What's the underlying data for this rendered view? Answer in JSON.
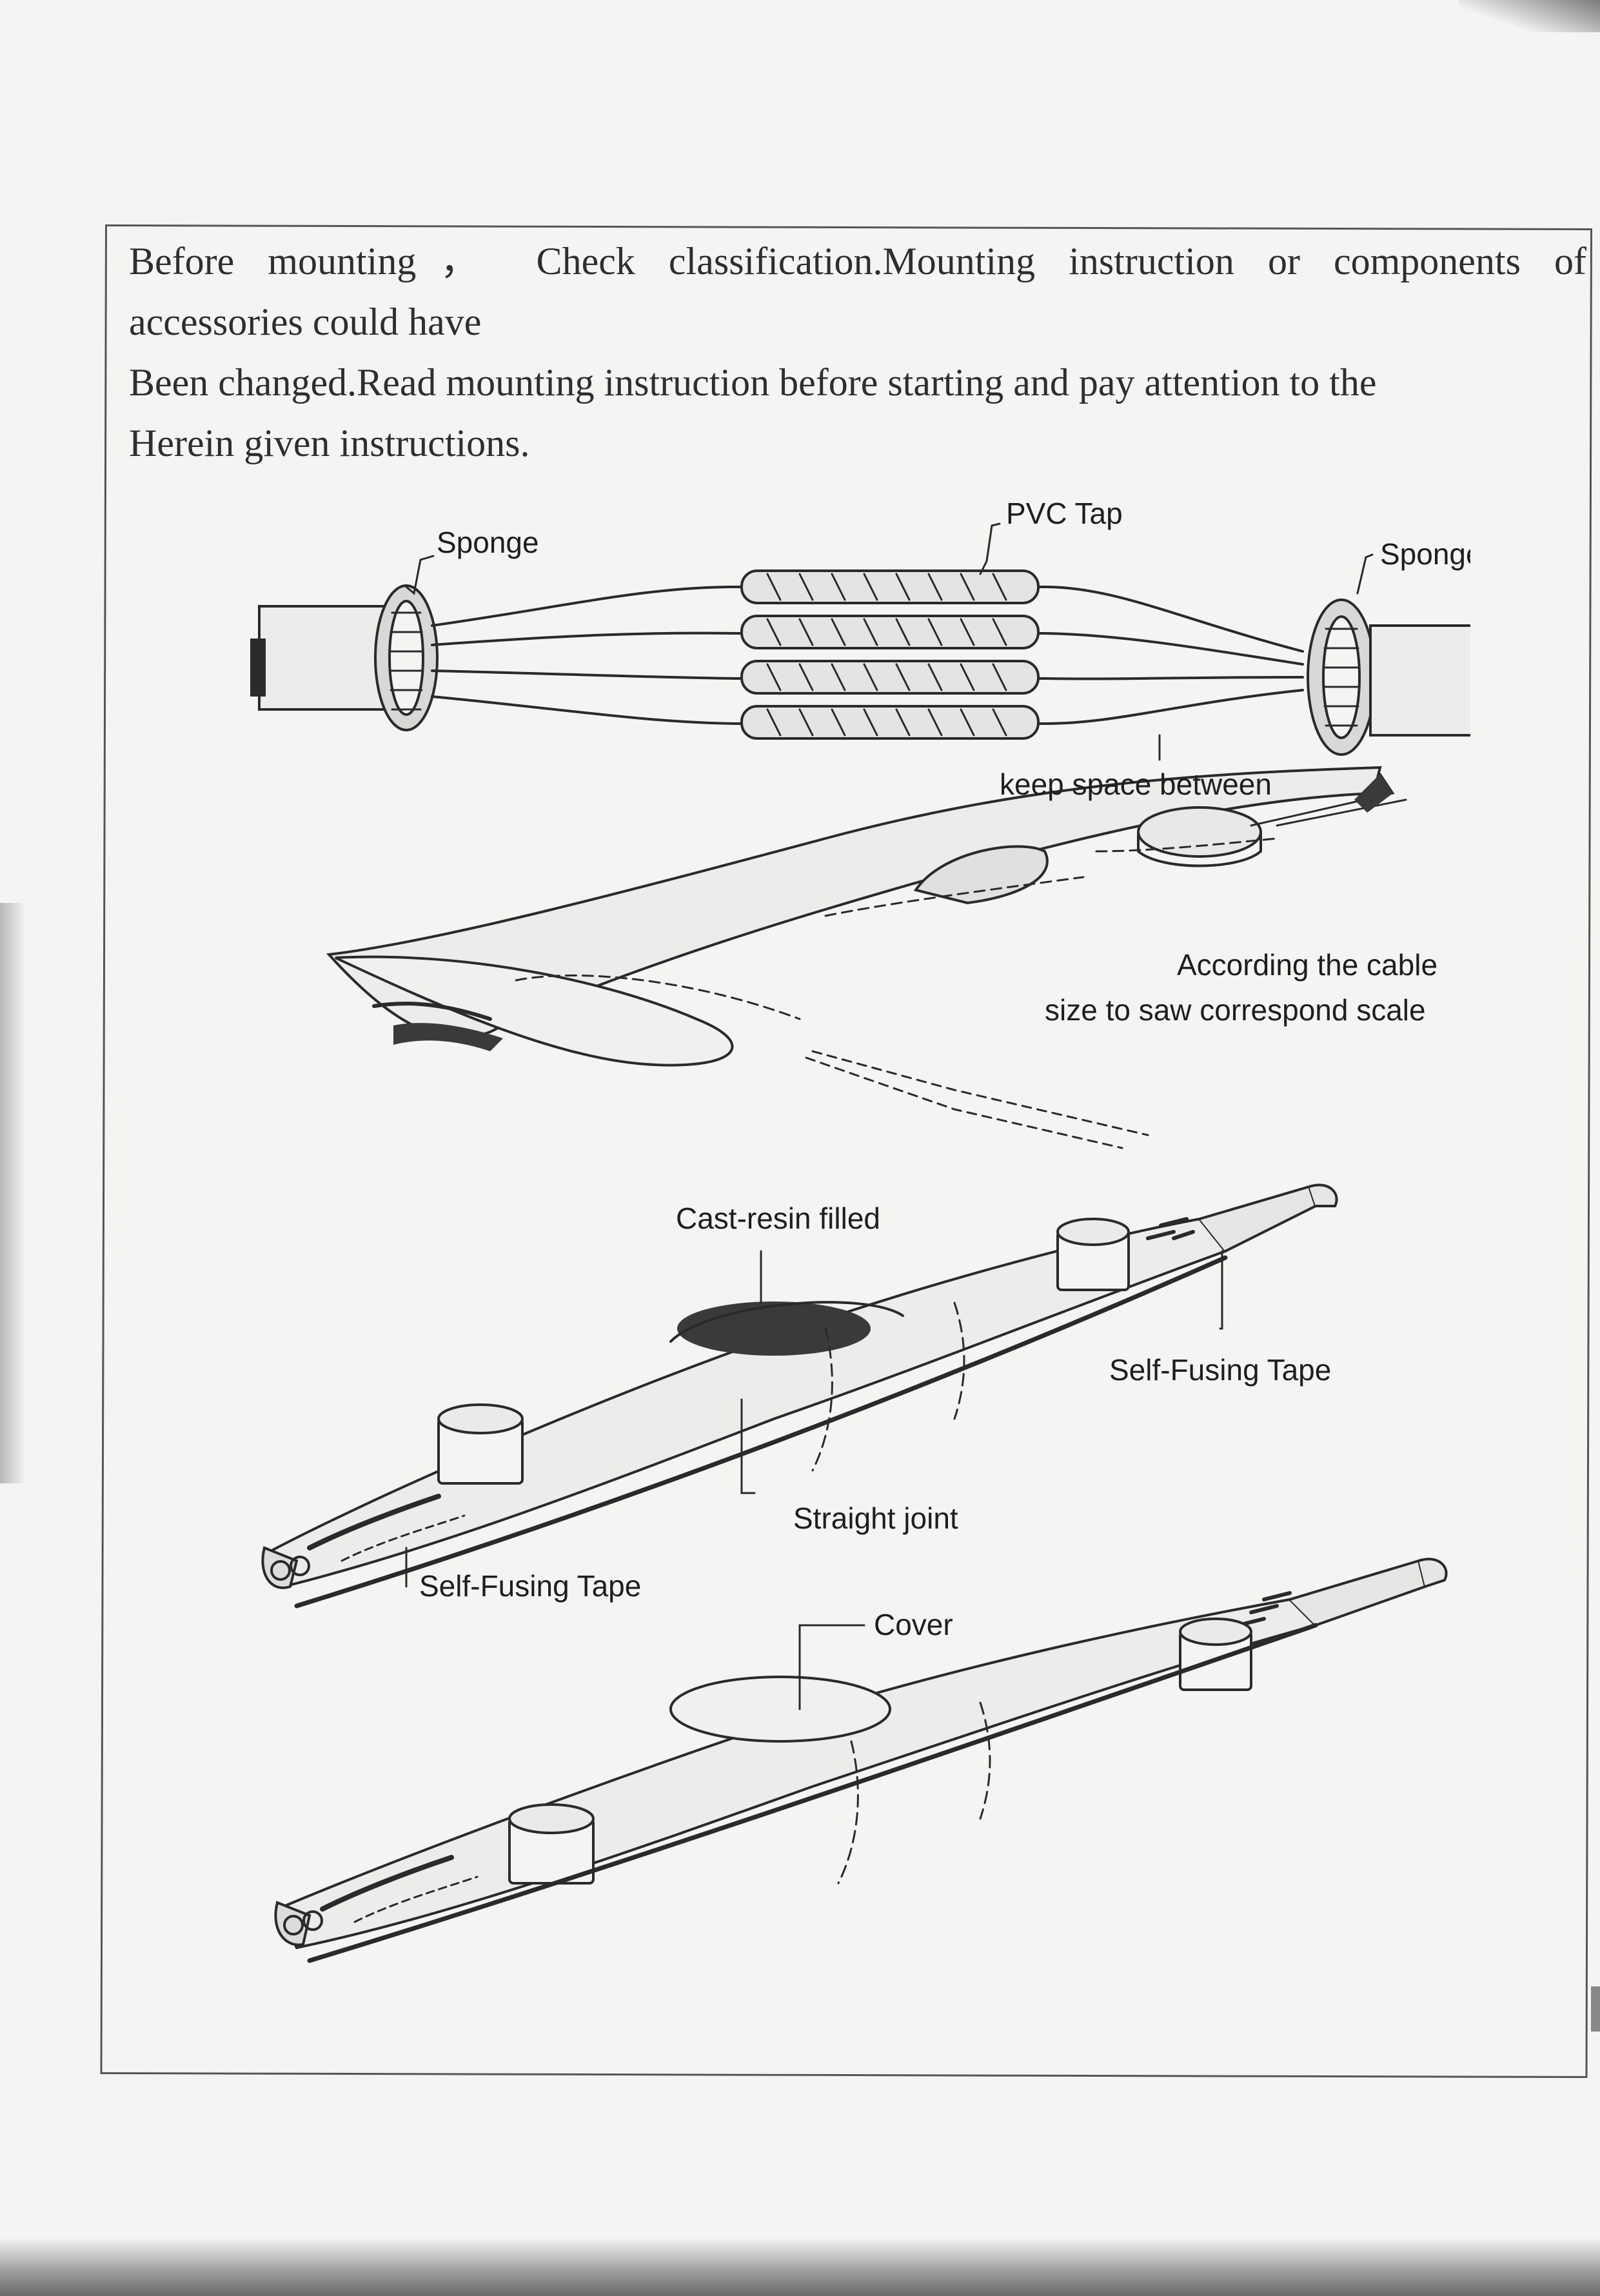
{
  "intro": {
    "line1": "Before mounting， Check classification.Mounting instruction or components of",
    "line2": "accessories could have",
    "line3": "Been changed.Read mounting instruction before starting and pay attention to the",
    "line4": "Herein given instructions."
  },
  "figure": {
    "step1": {
      "sponge_left": "Sponge",
      "pvc_tape": "PVC Tap",
      "sponge_right": "Sponge",
      "keep_space": "keep space between"
    },
    "step2": {
      "note_line1": "According the cable",
      "note_line2": "size to saw correspond scale"
    },
    "step3": {
      "cast_resin": "Cast-resin filled",
      "self_fusing_right": "Self-Fusing Tape",
      "straight_joint": "Straight joint",
      "self_fusing_left": "Self-Fusing Tape"
    },
    "step4": {
      "cover": "Cover"
    }
  }
}
